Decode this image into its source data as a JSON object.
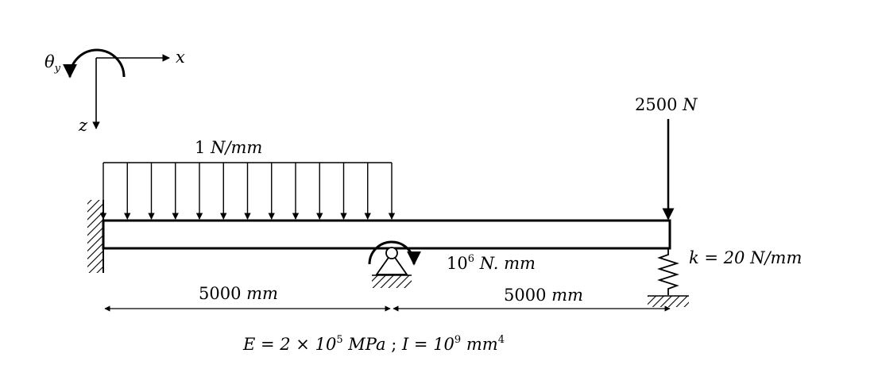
{
  "coords": {
    "theta_label": "θ",
    "theta_sub": "y",
    "x_label": "x",
    "z_label": "z"
  },
  "point_load": {
    "value": "2500",
    "unit": "N"
  },
  "distributed_load": {
    "value": "1",
    "unit": "N/mm"
  },
  "moment": {
    "base": "10",
    "exp": "6",
    "unit": "N. mm"
  },
  "spring": {
    "label": "k = 20",
    "unit": "N/mm"
  },
  "dimensions": {
    "left_value": "5000",
    "left_unit": "mm",
    "right_value": "5000",
    "right_unit": "mm"
  },
  "properties": {
    "e_prefix": "E = 2 × 10",
    "e_exp": "5",
    "e_unit": "MPa",
    "separator": ";",
    "i_prefix": "I = 10",
    "i_exp": "9",
    "i_unit": "mm",
    "i_unit_exp": "4"
  }
}
